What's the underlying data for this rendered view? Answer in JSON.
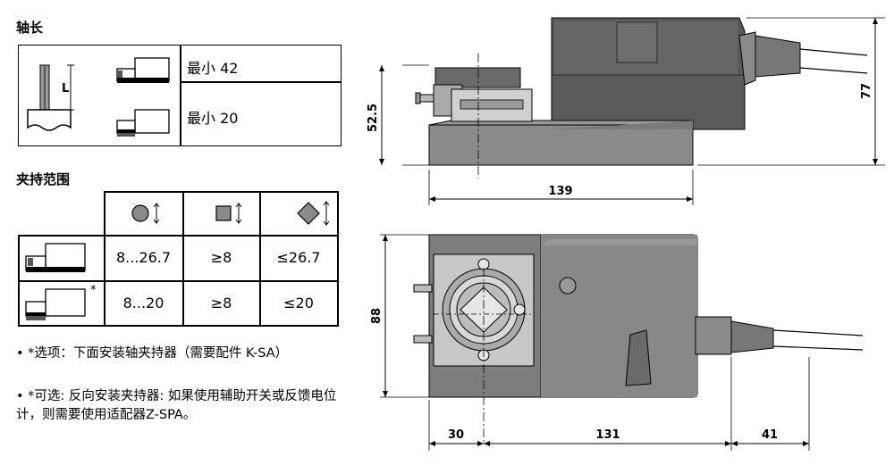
{
  "shaft_length": {
    "title": "轴长",
    "rows": [
      {
        "label": "最小 42"
      },
      {
        "label": "最小 20"
      }
    ],
    "symbol_L": "L"
  },
  "clamp_range": {
    "title": "夹持范围",
    "rows": [
      {
        "values": [
          "8...26.7",
          "≥8",
          "≤26.7"
        ],
        "marker": ""
      },
      {
        "values": [
          "8...20",
          "≥8",
          "≤20"
        ],
        "marker": "*"
      }
    ]
  },
  "notes": [
    "• *选项：下面安装轴夹持器（需要配件 K-SA）",
    "• *可选: 反向安装夹持器: 如果使用辅助开关或反馈电位计，则需要使用适配器Z-SPA。"
  ],
  "dimensions": {
    "height_front": "52.5",
    "height_total": "77",
    "length_side": "139",
    "width_top": "88",
    "d1": "30",
    "d2": "131",
    "d3": "41"
  },
  "colors": {
    "housing_dark": "#555555",
    "housing_mid": "#6a6a6a",
    "base": "#8a8a8a",
    "light": "#bdbdbd"
  }
}
